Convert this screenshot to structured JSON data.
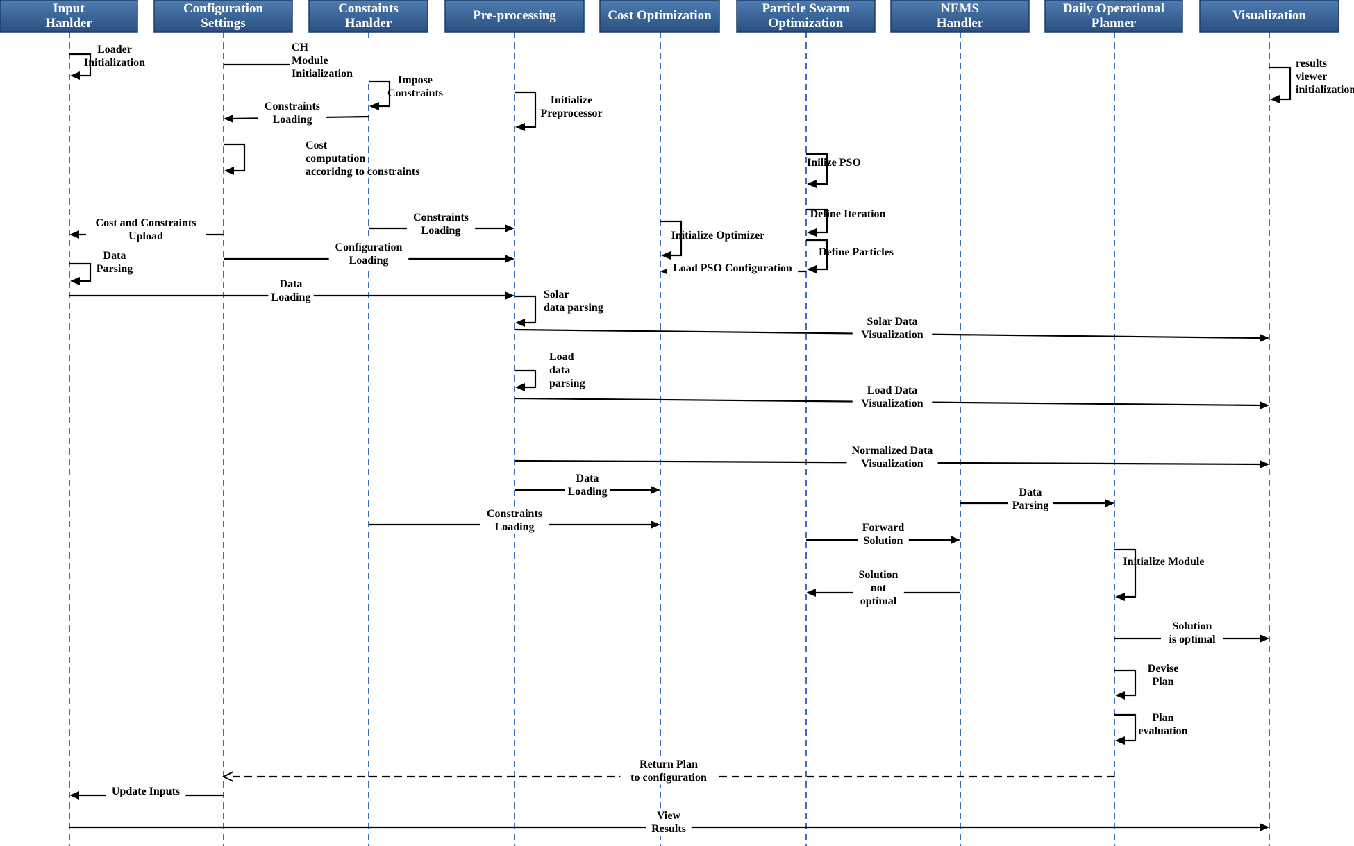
{
  "diagram": {
    "type": "sequence",
    "colors": {
      "header_fill": "#2a5080",
      "header_fill_top": "#4f7cb2",
      "header_border": "#1c3d66",
      "lifeline": "#3a6fc0",
      "arrow": "#000000",
      "label_bg": "#ffffff"
    },
    "participants": [
      {
        "id": "ih",
        "label": [
          "Input",
          "Hanlder"
        ]
      },
      {
        "id": "cs",
        "label": [
          "Configuration",
          "Settings"
        ]
      },
      {
        "id": "ch",
        "label": [
          "Constaints",
          "Hanlder"
        ]
      },
      {
        "id": "pp",
        "label": [
          "Pre-processing"
        ]
      },
      {
        "id": "co",
        "label": [
          "Cost Optimization"
        ]
      },
      {
        "id": "pso",
        "label": [
          "Particle Swarm",
          "Optimization"
        ]
      },
      {
        "id": "nems",
        "label": [
          "NEMS",
          "Handler"
        ]
      },
      {
        "id": "dop",
        "label": [
          "Daily Operational",
          "Planner"
        ]
      },
      {
        "id": "vis",
        "label": [
          "Visualization"
        ]
      }
    ],
    "messages": [
      {
        "id": "loader-init",
        "from": "ih",
        "to": "ih",
        "label": [
          "Loader",
          "Initialization"
        ]
      },
      {
        "id": "ch-module-init",
        "from": "cs",
        "to": "ch",
        "label": [
          "CH",
          "Module",
          "Initialization"
        ]
      },
      {
        "id": "results-viewer-init",
        "from": "vis",
        "to": "vis",
        "label": [
          "results",
          "viewer",
          "initialization"
        ]
      },
      {
        "id": "impose-constraints",
        "from": "ch",
        "to": "ch",
        "label": [
          "Impose",
          "Constraints"
        ]
      },
      {
        "id": "initialize-preprocessor",
        "from": "pp",
        "to": "pp",
        "label": [
          "Initialize",
          "Preprocessor"
        ]
      },
      {
        "id": "constraints-loading-1",
        "from": "ch",
        "to": "cs",
        "label": [
          "Constraints",
          "Loading"
        ]
      },
      {
        "id": "cost-computation",
        "from": "cs",
        "to": "cs",
        "label": [
          "Cost",
          "computation",
          "accoridng to constraints"
        ]
      },
      {
        "id": "inilize-pso",
        "from": "pso",
        "to": "pso",
        "label": [
          "Inilize PSO"
        ]
      },
      {
        "id": "define-iteration",
        "from": "pso",
        "to": "pso",
        "label": [
          "Define Iteration"
        ]
      },
      {
        "id": "cost-constraints-upload",
        "from": "cs",
        "to": "ih",
        "label": [
          "Cost and Constraints",
          "Upload"
        ]
      },
      {
        "id": "constraints-loading-2",
        "from": "ch",
        "to": "pp",
        "label": [
          "Constraints",
          "Loading"
        ]
      },
      {
        "id": "initialize-optimizer",
        "from": "co",
        "to": "co",
        "label": [
          "Initialize Optimizer"
        ]
      },
      {
        "id": "define-particles",
        "from": "pso",
        "to": "pso",
        "label": [
          "Define Particles"
        ]
      },
      {
        "id": "data-parsing-1",
        "from": "ih",
        "to": "ih",
        "label": [
          "Data",
          "Parsing"
        ]
      },
      {
        "id": "configuration-loading",
        "from": "cs",
        "to": "pp",
        "label": [
          "Configuration",
          "Loading"
        ]
      },
      {
        "id": "load-pso-configuration",
        "from": "pso",
        "to": "co",
        "label": [
          "Load PSO Configuration"
        ]
      },
      {
        "id": "data-loading-1",
        "from": "ih",
        "to": "pp",
        "label": [
          "Data",
          "Loading"
        ]
      },
      {
        "id": "solar-data-parsing",
        "from": "pp",
        "to": "pp",
        "label": [
          "Solar",
          "data parsing"
        ]
      },
      {
        "id": "solar-data-visualization",
        "from": "pp",
        "to": "vis",
        "label": [
          "Solar Data",
          "Visualization"
        ]
      },
      {
        "id": "load-data-parsing",
        "from": "pp",
        "to": "pp",
        "label": [
          "Load",
          "data",
          "parsing"
        ]
      },
      {
        "id": "load-data-visualization",
        "from": "pp",
        "to": "vis",
        "label": [
          "Load Data",
          "Visualization"
        ]
      },
      {
        "id": "normalized-data-visualization",
        "from": "pp",
        "to": "vis",
        "label": [
          "Normalized Data",
          "Visualization"
        ]
      },
      {
        "id": "data-loading-2",
        "from": "pp",
        "to": "co",
        "label": [
          "Data",
          "Loading"
        ]
      },
      {
        "id": "data-parsing-2",
        "from": "nems",
        "to": "dop",
        "label": [
          "Data",
          "Parsing"
        ]
      },
      {
        "id": "constraints-loading-3",
        "from": "ch",
        "to": "co",
        "label": [
          "Constraints",
          "Loading"
        ]
      },
      {
        "id": "forward-solution",
        "from": "pso",
        "to": "nems",
        "label": [
          "Forward",
          "Solution"
        ]
      },
      {
        "id": "initialize-module",
        "from": "dop",
        "to": "dop",
        "label": [
          "Initialize Module"
        ]
      },
      {
        "id": "solution-not-optimal",
        "from": "nems",
        "to": "pso",
        "label": [
          "Solution",
          "not",
          "optimal"
        ]
      },
      {
        "id": "solution-is-optimal",
        "from": "dop",
        "to": "vis",
        "label": [
          "Solution",
          "is optimal"
        ]
      },
      {
        "id": "devise-plan",
        "from": "dop",
        "to": "dop",
        "label": [
          "Devise",
          "Plan"
        ]
      },
      {
        "id": "plan-evaluation",
        "from": "dop",
        "to": "dop",
        "label": [
          "Plan",
          "evaluation"
        ]
      },
      {
        "id": "return-plan",
        "from": "dop",
        "to": "cs",
        "dashed": true,
        "label": [
          "Return Plan",
          "to configuration"
        ]
      },
      {
        "id": "update-inputs",
        "from": "cs",
        "to": "ih",
        "label": [
          "Update Inputs"
        ]
      },
      {
        "id": "view-results",
        "from": "ih",
        "to": "vis",
        "label": [
          "View",
          "Results"
        ]
      }
    ]
  }
}
